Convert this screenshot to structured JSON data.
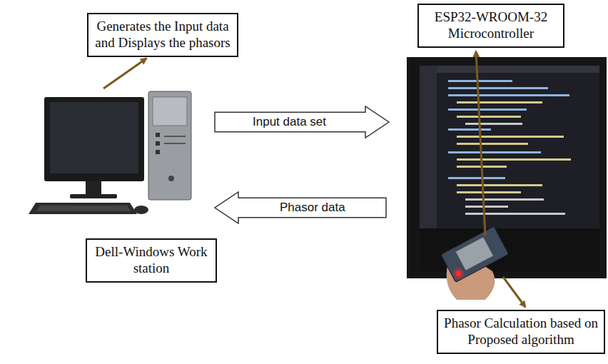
{
  "diagram": {
    "nodes": [
      {
        "text": [
          "Generates the Input data and Displays the phasors"
        ]
      },
      {
        "text": [
          "ESP32-WROOM-32 Microcontroller"
        ]
      },
      {
        "text": [
          "Input data set"
        ]
      },
      {
        "text": [
          "Phasor data"
        ]
      },
      {
        "text": [
          "Dell-Windows Work station"
        ]
      },
      {
        "text": [
          "Phasor Calculation based on Proposed algorithm"
        ]
      }
    ]
  }
}
